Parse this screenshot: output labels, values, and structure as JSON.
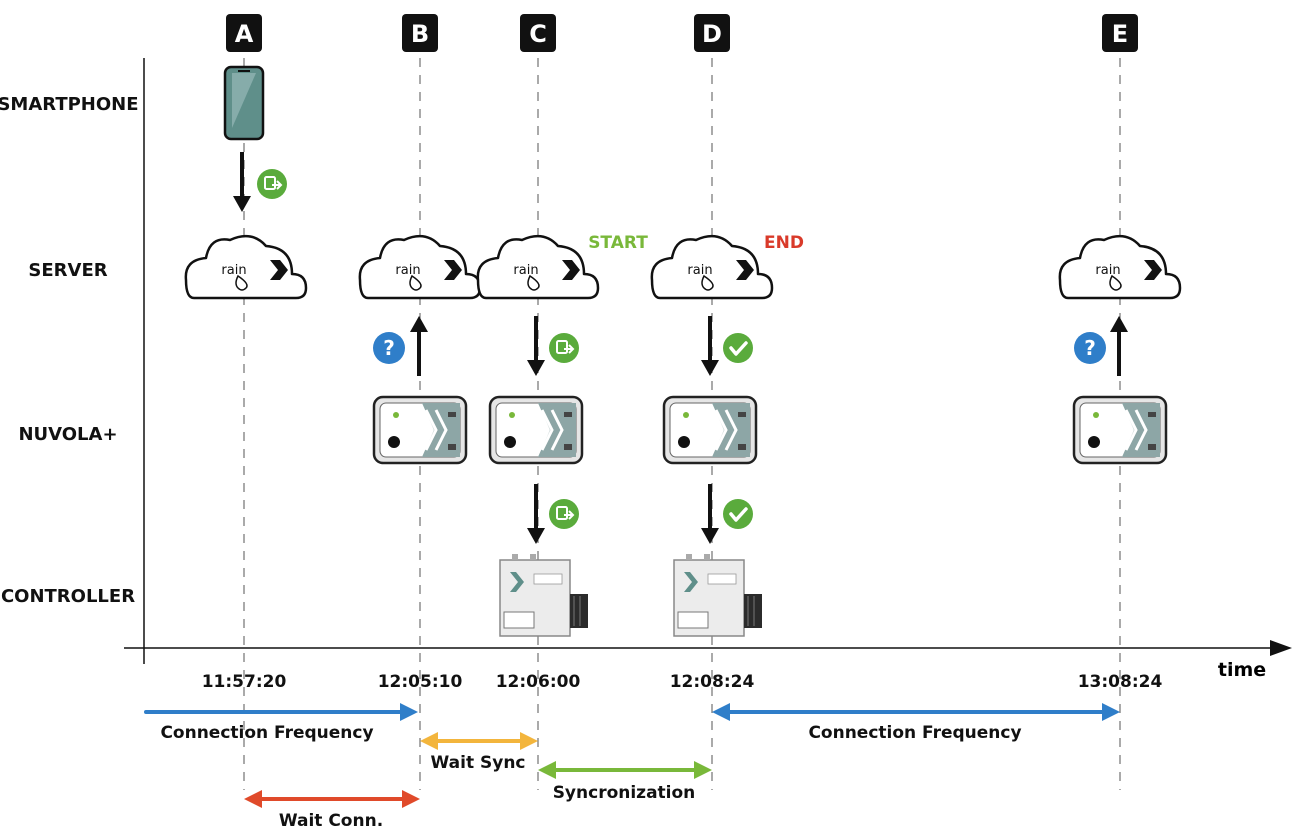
{
  "rows": {
    "smartphone": "SMARTPHONE",
    "server": "SERVER",
    "nuvola": "NUVOLA+",
    "controller": "CONTROLLER"
  },
  "events": [
    {
      "letter": "A",
      "time": "11:57:20"
    },
    {
      "letter": "B",
      "time": "12:05:10"
    },
    {
      "letter": "C",
      "time": "12:06:00"
    },
    {
      "letter": "D",
      "time": "12:08:24"
    },
    {
      "letter": "E",
      "time": "13:08:24"
    }
  ],
  "axis_label": "time",
  "start_label": "START",
  "end_label": "END",
  "cloud_logo_text": "rain",
  "intervals": {
    "connection_frequency_1": "Connection Frequency",
    "wait_sync": "Wait Sync",
    "syncronization": "Syncronization",
    "wait_conn": "Wait Conn.",
    "connection_frequency_2": "Connection Frequency"
  },
  "colors": {
    "connection_frequency": "#2f7ec9",
    "wait_sync": "#f3b53c",
    "syncronization": "#79b83a",
    "wait_conn": "#e04a2a",
    "start": "#79b83a",
    "end": "#d93a2a",
    "sync_badge": "#5aab3c",
    "question_badge": "#2f7ec9",
    "check_badge": "#5aab3c"
  }
}
